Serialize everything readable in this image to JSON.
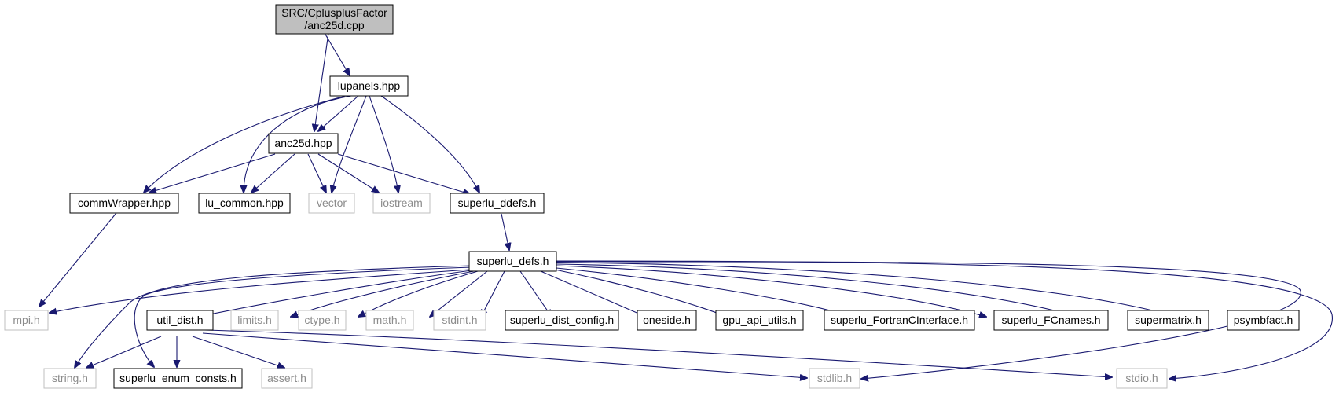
{
  "title_node": {
    "line1": "SRC/CplusplusFactor",
    "line2": "/anc25d.cpp"
  },
  "nodes": {
    "lupanels": {
      "label": "lupanels.hpp",
      "style": "documented"
    },
    "anc25d_hpp": {
      "label": "anc25d.hpp",
      "style": "documented"
    },
    "commWrapper": {
      "label": "commWrapper.hpp",
      "style": "documented"
    },
    "lu_common": {
      "label": "lu_common.hpp",
      "style": "documented"
    },
    "vector": {
      "label": "vector",
      "style": "external"
    },
    "iostream": {
      "label": "iostream",
      "style": "external"
    },
    "superlu_ddefs": {
      "label": "superlu_ddefs.h",
      "style": "documented"
    },
    "superlu_defs": {
      "label": "superlu_defs.h",
      "style": "documented"
    },
    "mpi": {
      "label": "mpi.h",
      "style": "external"
    },
    "util_dist": {
      "label": "util_dist.h",
      "style": "documented"
    },
    "limits": {
      "label": "limits.h",
      "style": "external"
    },
    "ctype": {
      "label": "ctype.h",
      "style": "external"
    },
    "math": {
      "label": "math.h",
      "style": "external"
    },
    "stdint": {
      "label": "stdint.h",
      "style": "external"
    },
    "superlu_dist_config": {
      "label": "superlu_dist_config.h",
      "style": "documented"
    },
    "oneside": {
      "label": "oneside.h",
      "style": "documented"
    },
    "gpu_api_utils": {
      "label": "gpu_api_utils.h",
      "style": "documented"
    },
    "fortran_iface": {
      "label": "superlu_FortranCInterface.h",
      "style": "documented"
    },
    "fcnames": {
      "label": "superlu_FCnames.h",
      "style": "documented"
    },
    "supermatrix": {
      "label": "supermatrix.h",
      "style": "documented"
    },
    "psymbfact": {
      "label": "psymbfact.h",
      "style": "documented"
    },
    "string": {
      "label": "string.h",
      "style": "external"
    },
    "enum_consts": {
      "label": "superlu_enum_consts.h",
      "style": "documented"
    },
    "assert": {
      "label": "assert.h",
      "style": "external"
    },
    "stdlib": {
      "label": "stdlib.h",
      "style": "external"
    },
    "stdio": {
      "label": "stdio.h",
      "style": "external"
    }
  },
  "colors": {
    "edge": "#191970",
    "root_fill": "#bfbfbf",
    "documented_border": "#000000",
    "external_border": "#bfbfbf",
    "external_text": "#8c8c8c"
  }
}
